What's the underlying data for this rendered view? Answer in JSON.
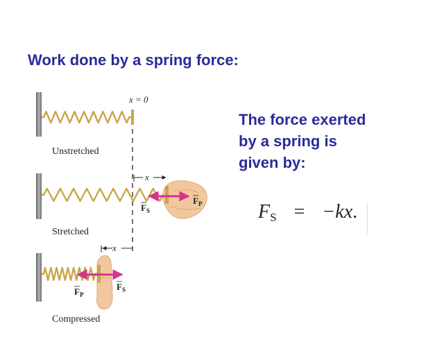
{
  "title": "Work done by a spring force:",
  "description": [
    "The force exerted",
    "by a spring is",
    "given by:"
  ],
  "formula": {
    "lhs": "F",
    "lhs_sub": "S",
    "equals": "=",
    "rhs": "−kx",
    "period": "."
  },
  "diagram": {
    "origin_label": "x = 0",
    "displacement_label": "x",
    "force_spring": "F",
    "force_spring_sub": "S",
    "force_person": "F",
    "force_person_sub": "P",
    "states": [
      "Unstretched",
      "Stretched",
      "Compressed"
    ]
  },
  "colors": {
    "title": "#2b2b9a",
    "spring": "#c9a64a",
    "force_arrow": "#d6328f",
    "wall": "#8a8a8a",
    "hand": "#f1c89e"
  },
  "icons": [
    "wall",
    "coil-spring",
    "hand",
    "force-arrow"
  ]
}
